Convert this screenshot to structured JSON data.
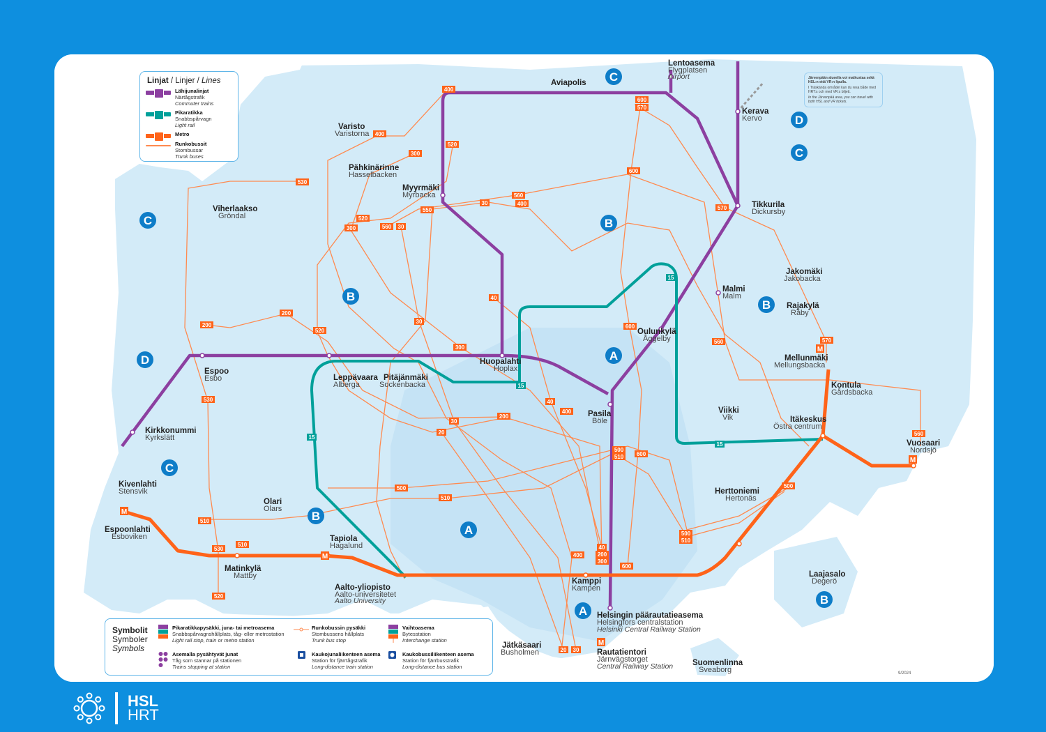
{
  "colors": {
    "background": "#0e8fdf",
    "commuter_train": "#8c3fa0",
    "light_rail": "#00a09a",
    "metro": "#ff6319",
    "trunk_bus": "#ff8a4f",
    "zone": "#0e7dc8",
    "zone_area": "#d3ebf8"
  },
  "legend_lines": {
    "title_fi": "Linjat",
    "title_sv": "Linjer",
    "title_en": "Lines",
    "items": [
      {
        "fi": "Lähijunalinjat",
        "sv": "Närtågstrafik",
        "en": "Commuter trains",
        "icon": "train-icon"
      },
      {
        "fi": "Pikaratikka",
        "sv": "Snabbspårvagn",
        "en": "Light rail",
        "icon": "tram-icon"
      },
      {
        "fi": "Metro",
        "icon": "metro-icon"
      },
      {
        "fi": "Runkobussit",
        "sv": "Stombussar",
        "en": "Trunk buses"
      }
    ]
  },
  "legend_symbols": {
    "title_fi": "Symbolit",
    "title_sv": "Symboler",
    "title_en": "Symbols",
    "items": [
      {
        "fi": "Pikaratikkapysäkki, juna- tai metroasema",
        "sv": "Snabbspårvagnshållplats, tåg- eller metrostation",
        "en": "Light rail stop, train or metro station"
      },
      {
        "fi": "Runkobussin pysäkki",
        "sv": "Stombussens hållplats",
        "en": "Trunk bus stop"
      },
      {
        "fi": "Vaihtoasema",
        "sv": "Bytesstation",
        "en": "Interchange station"
      },
      {
        "fi": "Asemalla pysähtyvät junat",
        "sv": "Tåg som stannar på stationen",
        "en": "Trains stopping at station"
      },
      {
        "fi": "Kaukojunaliikenteen asema",
        "sv": "Station för fjärrtågstrafik",
        "en": "Long-distance train station"
      },
      {
        "fi": "Kaukobussiliikenteen asema",
        "sv": "Station för fjärrbusstrafik",
        "en": "Long-distance bus station"
      }
    ]
  },
  "jarvenpaa_note": {
    "fi": "Järvenpään alueella voi matkustaa sekä HSL:n että VR:n lipulla.",
    "sv": "I Träskända området kan du resa både med HRT:s och med VR:s biljett.",
    "en": "In the Järvenpää area, you can travel with both HSL and VR tickets."
  },
  "zones": [
    "A",
    "B",
    "C",
    "D"
  ],
  "stations": {
    "lentoasema": {
      "fi": "Lentoasema",
      "sv": "Flygplatsen",
      "en": "Airport"
    },
    "aviapolis": {
      "fi": "Aviapolis"
    },
    "kerava": {
      "fi": "Kerava",
      "sv": "Kervo"
    },
    "tikkurila": {
      "fi": "Tikkurila",
      "sv": "Dickursby"
    },
    "varisto": {
      "fi": "Varisto",
      "sv": "Varistorna"
    },
    "pahkinarinne": {
      "fi": "Pähkinärinne",
      "sv": "Hasselbacken"
    },
    "myyrmaki": {
      "fi": "Myyrmäki",
      "sv": "Myrbacka"
    },
    "viherlaakso": {
      "fi": "Viherlaakso",
      "sv": "Gröndal"
    },
    "malmi": {
      "fi": "Malmi",
      "sv": "Malm"
    },
    "jakomaki": {
      "fi": "Jakomäki",
      "sv": "Jakobacka"
    },
    "rajakyla": {
      "fi": "Rajakylä",
      "sv": "Råby"
    },
    "oulunkyla": {
      "fi": "Oulunkylä",
      "sv": "Åggelby"
    },
    "huopalahti": {
      "fi": "Huopalahti",
      "sv": "Hoplax"
    },
    "leppavaara": {
      "fi": "Leppävaara",
      "sv": "Alberga"
    },
    "pitajanmaki": {
      "fi": "Pitäjänmäki",
      "sv": "Sockenbacka"
    },
    "espoo": {
      "fi": "Espoo",
      "sv": "Esbo"
    },
    "kirkkonummi": {
      "fi": "Kirkkonummi",
      "sv": "Kyrkslätt"
    },
    "mellunmaki": {
      "fi": "Mellunmäki",
      "sv": "Mellungsbacka"
    },
    "kontula": {
      "fi": "Kontula",
      "sv": "Gårdsbacka"
    },
    "pasila": {
      "fi": "Pasila",
      "sv": "Böle"
    },
    "viikki": {
      "fi": "Viikki",
      "sv": "Vik"
    },
    "itakeskus": {
      "fi": "Itäkeskus",
      "sv": "Östra centrum"
    },
    "vuosaari": {
      "fi": "Vuosaari",
      "sv": "Nordsjö"
    },
    "kivenlahti": {
      "fi": "Kivenlahti",
      "sv": "Stensvik"
    },
    "olari": {
      "fi": "Olari",
      "sv": "Olars"
    },
    "herttoniemi": {
      "fi": "Herttoniemi",
      "sv": "Hertonäs"
    },
    "espoonlahti": {
      "fi": "Espoonlahti",
      "sv": "Esboviken"
    },
    "tapiola": {
      "fi": "Tapiola",
      "sv": "Hagalund"
    },
    "matinkyla": {
      "fi": "Matinkylä",
      "sv": "Mattby"
    },
    "aalto": {
      "fi": "Aalto-yliopisto",
      "sv": "Aalto-universitetet",
      "en": "Aalto University"
    },
    "kamppi": {
      "fi": "Kamppi",
      "sv": "Kampen"
    },
    "laajasalo": {
      "fi": "Laajasalo",
      "sv": "Degerö"
    },
    "jatkasaari": {
      "fi": "Jätkäsaari",
      "sv": "Busholmen"
    },
    "helsinki": {
      "fi": "Helsingin päärautatieasema",
      "sv": "Helsingfors centralstation",
      "en": "Helsinki Central Railway Station"
    },
    "rautatientori": {
      "fi": "Rautatientori",
      "sv": "Järnvägstorget",
      "en": "Central Railway Station"
    },
    "suomenlinna": {
      "fi": "Suomenlinna",
      "sv": "Sveaborg"
    }
  },
  "routes": {
    "r15": "15",
    "r20": "20",
    "r30": "30",
    "r40": "40",
    "r200": "200",
    "r300": "300",
    "r400": "400",
    "r500": "500",
    "r510": "510",
    "r520": "520",
    "r530": "530",
    "r550": "550",
    "r560": "560",
    "r570": "570",
    "r600": "600",
    "metro": "M"
  },
  "footer": {
    "logo_top": "HSL",
    "logo_bottom": "HRT",
    "date": "9/2024"
  }
}
